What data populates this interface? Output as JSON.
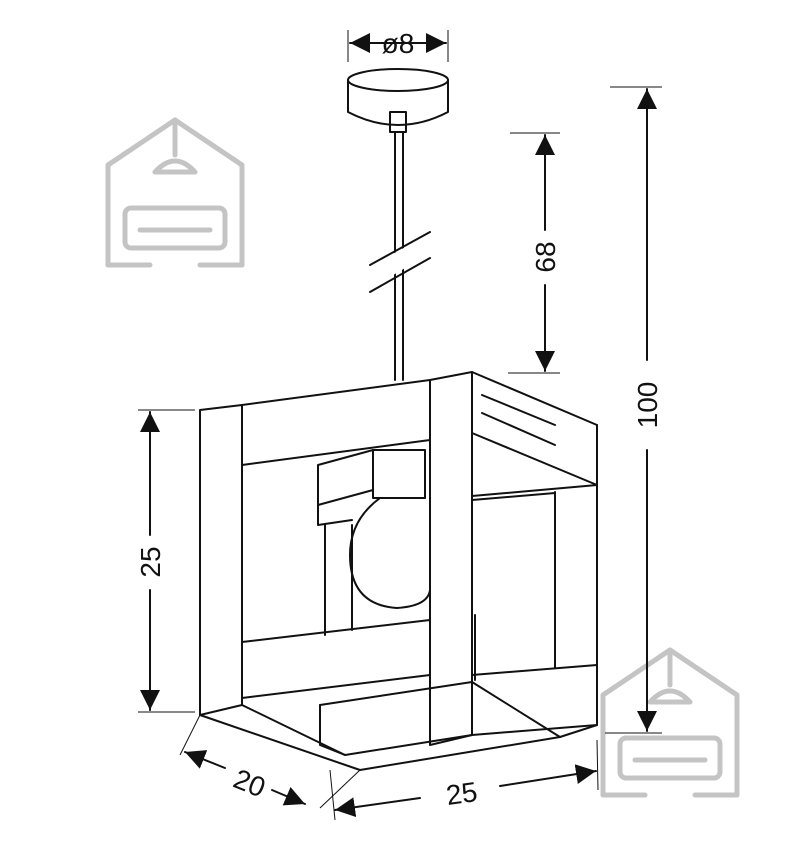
{
  "dimensions": {
    "canopy_diameter": "ø8",
    "rod_length": "68",
    "total_height": "100",
    "shade_height": "25",
    "shade_depth": "20",
    "shade_width": "25"
  },
  "watermark": {
    "icon": "house-with-sofa-icon"
  },
  "colors": {
    "line": "#111111",
    "watermark": "#c4c4c4",
    "background": "#ffffff"
  }
}
